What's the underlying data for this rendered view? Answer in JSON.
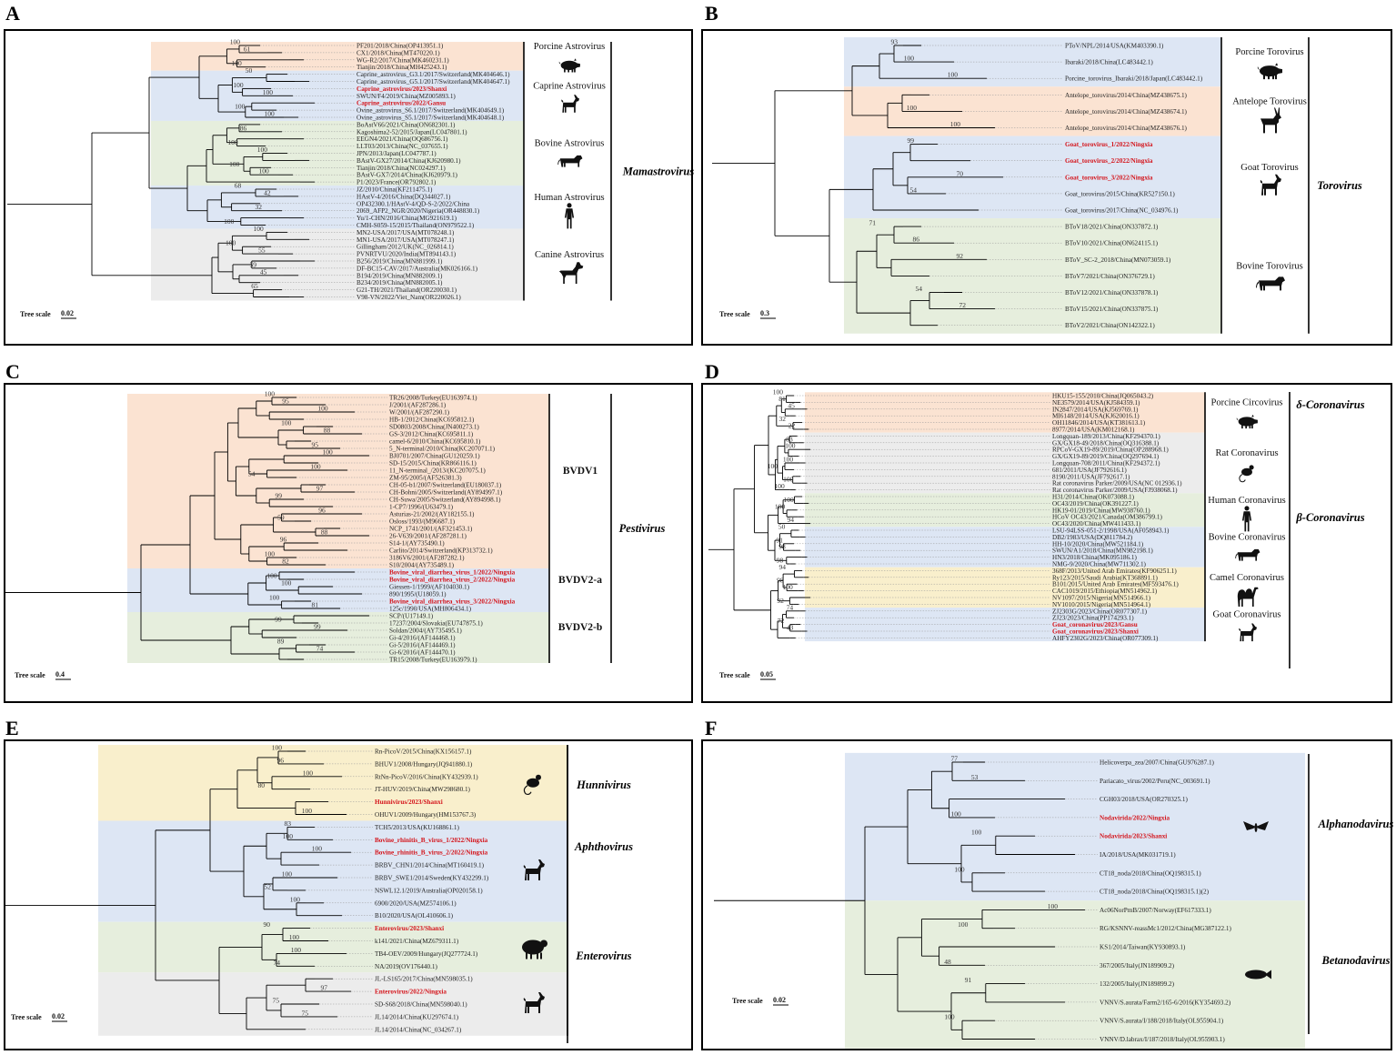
{
  "colors": {
    "peach": "#fbe3d2",
    "blue": "#dde6f4",
    "green": "#e6eedd",
    "yellow": "#f9efcc",
    "gray": "#ececec",
    "red": "#d4141b"
  },
  "panels": [
    {
      "letter": "A",
      "scale": "0.02",
      "genus": "Mamastrovirus",
      "groups": [
        {
          "name": "Porcine Astrovirus",
          "color": "peach",
          "icon": "pig-icon",
          "leaves": [
            "PF201/2018/China(OP413951.1)",
            "CX1/2018/China(MT470220.1)",
            "WG-R2/2017/China(MK460231.1)",
            "Tianjin/2018/China(MH425243.1)"
          ]
        },
        {
          "name": "Caprine Astrovirus",
          "color": "blue",
          "icon": "goat-icon",
          "leaves": [
            "Caprine_astrovirus_G3.1/2017/Switzerland(MK404646.1)",
            "Caprine_astrovirus_G5.1/2017/Switzerland(MK404647.1)",
            "Caprine_astrovirus/2023/Shanxi",
            "SWUN/F4/2019/China(MZ005893.1)",
            "Caprine_astrovirus/2022/Gansu",
            "Ovine_astrovirus_S6.1/2017/Switzerland(MK404649.1)",
            "Ovine_astrovirus_S5.1/2017/Switzerland(MK404648.1)"
          ],
          "red": [
            2,
            4
          ]
        },
        {
          "name": "Bovine Astrovirus",
          "color": "green",
          "icon": "cow-icon",
          "leaves": [
            "BoAstV66/2021/China(ON682301.1)",
            "Kagoshima2-52/2015/Japan(LC047801.1)",
            "EEGN4/2021/China(OQ686756.1)",
            "LLT03/2013/China(NC_037655.1)",
            "JPN/2013/Japan(LC047787.1)",
            "BAstV-GX27/2014/China(KJ620980.1)",
            "Tianjin/2018/China(NC024297.1)",
            "BAstV-GX7/2014/China(KJ620979.1)",
            "P1/2023/France(OR792802.1)"
          ]
        },
        {
          "name": "Human Astrovirus",
          "color": "blue",
          "icon": "human-icon",
          "leaves": [
            "JZ/2010/China(KF211475.1)",
            "HAstV-4/2016/China(DQ344027.1)",
            "OP432300.1/HAstV-4/QD-S-2/2022/China",
            "2069_AFP2_NGR/2020/Nigeria(OR448830.1)",
            "Yu/1-CHN/2016/China(MG921619.1)",
            "CMH-S059-15/2015/Thailand(ON979522.1)"
          ]
        },
        {
          "name": "Canine Astrovirus",
          "color": "gray",
          "icon": "dog-icon",
          "leaves": [
            "MN2-USA/2017/USA(MT078248.1)",
            "MN1-USA/2017/USA(MT078247.1)",
            "Gillingham/2012/UK(NC_026814.1)",
            "PVNRTVU/2020/India(MT894143.1)",
            "B256/2019/China(MN881999.1)",
            "DF-BC15-CAV/2017/Australia(MK026166.1)",
            "B194/2019/China(MN882009.1)",
            "B234/2019/China(MN882005.1)",
            "G21-TH/2021/Thailand(OR220030.1)",
            "V98-VN/2022/Viet_Nam(OR220026.1)"
          ]
        }
      ],
      "bootstrap": [
        "100",
        "61",
        "100",
        "50",
        "100",
        "100",
        "100",
        "100",
        "86",
        "100",
        "100",
        "100",
        "100",
        "68",
        "42",
        "32",
        "100",
        "100",
        "100",
        "55",
        "59",
        "45",
        "65"
      ]
    },
    {
      "letter": "B",
      "scale": "0.3",
      "genus": "Torovirus",
      "groups": [
        {
          "name": "Porcine Torovirus",
          "color": "blue",
          "icon": "pig-icon",
          "leaves": [
            "PToV/NPL/2014/USA(KM403390.1)",
            "Ibaraki/2018/China(LC483442.1)",
            "Porcine_torovirus_Ibaraki/2018/Japan(LC483442.1)"
          ]
        },
        {
          "name": "Antelope Torovirus",
          "color": "peach",
          "icon": "antelope-icon",
          "leaves": [
            "Antelope_torovirus/2014/China(MZ438675.1)",
            "Antelope_torovirus/2014/China(MZ438674.1)",
            "Antelope_torovirus/2014/China(MZ438676.1)"
          ]
        },
        {
          "name": "Goat Torovirus",
          "color": "blue",
          "icon": "goat-icon",
          "leaves": [
            "Goat_torovirus_1/2022/Ningxia",
            "Goat_torovirus_2/2022/Ningxia",
            "Goat_torovirus_3/2022/Ningxia",
            "Goat_torovirus/2015/China(KR527150.1)",
            "Goat_torovirus/2017/China(NC_034976.1)"
          ],
          "red": [
            0,
            1,
            2
          ]
        },
        {
          "name": "Bovine Torovirus",
          "color": "green",
          "icon": "cow-icon",
          "leaves": [
            "BToV18/2021/China(ON337872.1)",
            "BToV10/2021/China(ON624115.1)",
            "BToV_SC-2_2018/China(MN073059.1)",
            "BToV7/2021/China(ON376729.1)",
            "BToV12/2021/China(ON337878.1)",
            "BToV15/2021/China(ON337875.1)",
            "BToV2/2021/China(ON142322.1)"
          ]
        }
      ],
      "bootstrap": [
        "93",
        "100",
        "100",
        "100",
        "100",
        "99",
        "70",
        "54",
        "71",
        "86",
        "92",
        "54",
        "72"
      ]
    },
    {
      "letter": "C",
      "scale": "0.4",
      "genus": "Pestivirus",
      "groups": [
        {
          "name": "BVDV1",
          "color": "peach",
          "icon": "",
          "leaves": [
            "TR26/2008/Turkey(EU163974.1)",
            "J/2001/(AF287286.1)",
            "W/2001/(AF287290.1)",
            "HB-1/2012/China(KC695812.1)",
            "SD0803/2008/China(JN400273.1)",
            "GS-3/2012/China(KC695811.1)",
            "camel-6/2010/China(KC695810.1)",
            "5_N-terminal/2010/China(KC207071.1)",
            "BJ0701/2007/China(GU120259.1)",
            "SD-15/2015/China(KR866116.1)",
            "11_N-terminal_/2013/(KC207075.1)",
            "ZM-95/2005/(AF526381.3)",
            "CH-05-b1/2007/Switzerland(EU180037.1)",
            "CH-Bohni/2005/Switzerland(AY894997.1)",
            "CH-Suwa/2005/Switzerland(AY894998.1)",
            "1-CP7/1996/(U63479.1)",
            "Asturias-21/2002/(AY182155.1)",
            "Osloss/1993/(M96687.1)",
            "NCP_1741/2001/(AF321453.1)",
            "26-V639/2001/(AF287281.1)",
            "S14-1/(AY735490.1)",
            "Carlito/2014/Switzerland(KP313732.1)",
            "3186V6/2001/(AF287282.1)",
            "S10/2004/(AY735489.1)"
          ]
        },
        {
          "name": "BVDV2-a",
          "color": "blue",
          "icon": "",
          "leaves": [
            "Bovine_viral_diarrhea_virus_1/2022/Ningxia",
            "Bovine_viral_diarrhea_virus_2/2022/Ningxia",
            "Giessen-1/1999/(AF104030.1)",
            "890/1995/(U18059.1)",
            "Bovine_viral_diarrhea_virus_3/2022/Ningxia",
            "125c/1990/USA(MH806434.1)"
          ],
          "red": [
            0,
            1,
            4
          ]
        },
        {
          "name": "BVDV2-b",
          "color": "green",
          "icon": "",
          "leaves": [
            "SCP/(U17149.1)",
            "17237/2004/Slovakia(EU747875.1)",
            "Soldan/2004/(AY735495.1)",
            "Gi-4/2016/(AF144468.1)",
            "Gi-5/2016/(AF144469.1)",
            "Gi-6/2016/(AF144470.1)",
            "TR15/2008/Turkey(EU163979.1)"
          ]
        }
      ],
      "bootstrap": [
        "100",
        "95",
        "100",
        "100",
        "88",
        "95",
        "100",
        "100",
        "54",
        "97",
        "99",
        "96",
        "59",
        "88",
        "96",
        "100",
        "82",
        "100",
        "100",
        "100",
        "81",
        "99",
        "99",
        "89",
        "74"
      ]
    },
    {
      "letter": "D",
      "scale": "0.05",
      "genus": "",
      "genera": [
        "δ-Coronavirus",
        "β-Coronavirus"
      ],
      "groups": [
        {
          "name": "Porcine Circovirus",
          "color": "peach",
          "icon": "pig-icon",
          "leaves": [
            "HKU15-155/2010/China(JQ065043.2)",
            "NE3579/2014/USA(KJ584359.1)",
            "IN2847/2014/USA(KJ569769.1)",
            "MI6148/2014/USA(KJ620016.1)",
            "OH11846/2014/USA(KT381613.1)",
            "8977/2014/USA(KM012168.1)"
          ]
        },
        {
          "name": "Rat Coronavirus",
          "color": "gray",
          "icon": "rat-icon",
          "leaves": [
            "Longquan-189/2013/China(KF294370.1)",
            "GX/GX18-49/2018/China(OQ316388.1)",
            "RPCoV-GX19-89/2019/China(OP288968.1)",
            "GX/GX19-89/2019/China(OQ297694.1)",
            "Longquan-708/2011/China(KF294372.1)",
            "681/2011/USA(JF792616.1)",
            "8190/2011/USA(JF792617.1)",
            "Rat coronavirus Parker/2009/USA(NC 012936.1)",
            "Rat coronavirus Parker/2009/USA(FJ938068.1)"
          ]
        },
        {
          "name": "Human Coronavirus",
          "color": "green",
          "icon": "human-icon",
          "leaves": [
            "H31/2014/China(OK073088.1)",
            "OC43/2019/China(OK391227.1)",
            "HK19-01/2019/China(MW938760.1)",
            "HCoV OC43/2021/Canada(OM386799.1)",
            "OC43/2020/China(MW411433.1)"
          ]
        },
        {
          "name": "Bovine Coronavirus",
          "color": "blue",
          "icon": "cow-icon",
          "leaves": [
            "LSU-94LSS-051-2/1998/USA(AF058943.1)",
            "DB2/1983/USA(DQ811784.2)",
            "HH-10/2020/China(MW521184.1)",
            "SWUN/A1/2018/China(MN982198.1)",
            "HN3/2018/China(MK095186.1)",
            "NMG-9/2020/China(MW711302.1)"
          ]
        },
        {
          "name": "Camel Coronavirus",
          "color": "yellow",
          "icon": "camel-icon",
          "leaves": [
            "368F/2013/United Arab Emirates(KF906251.1)",
            "Ry123/2015/Saudi Arabia(KT368891.1)",
            "B101/2015/United Arab Emirates(MF593476.1)",
            "CAC1019/2015/Ethiopia(MN514962.1)",
            "NV1097/2015/Nigeria(MN514966.1)",
            "NV1010/2015/Nigeria(MN514964.1)"
          ]
        },
        {
          "name": "Goat Coronavirus",
          "color": "blue",
          "icon": "goat-icon",
          "leaves": [
            "ZJ2303G/2023/China(OR077307.1)",
            "ZJ23/2023/China(PP174293.1)",
            "Goat_coronavirus/2023/Gansu",
            "Goat_coronavirus/2023/Shanxi",
            "AHFY2302G/2023/China(OR077309.1)"
          ],
          "red": [
            2,
            3
          ]
        }
      ],
      "bootstrap": [
        "100",
        "81",
        "45",
        "32",
        "22",
        "83",
        "100",
        "100",
        "100",
        "100",
        "100",
        "100",
        "100",
        "94",
        "50",
        "91",
        "98",
        "98",
        "94",
        "98",
        "100",
        "92",
        "74",
        "72",
        "43"
      ]
    },
    {
      "letter": "E",
      "scale": "0.02",
      "genus": "",
      "genera": [
        "Hunnivirus",
        "Aphthovirus",
        "Enterovirus"
      ],
      "groups": [
        {
          "name": "",
          "color": "yellow",
          "icon": "rat-icon",
          "leaves": [
            "Rn-PicoV/2015/China(KX156157.1)",
            "BHUV1/2008/Hungary(JQ941880.1)",
            "RtNn-PicoV/2016/China(KY432939.1)",
            "JT-HUV/2019/China(MW298680.1)",
            "Hunnivirus/2023/Shanxi",
            "OHUV1/2009/Hungary(HM153767.3)"
          ],
          "red": [
            4
          ]
        },
        {
          "name": "",
          "color": "blue",
          "icon": "goat-icon",
          "leaves": [
            "TCH5/2013/USA(KU168861.1)",
            "Bovine_rhinitis_B_virus_1/2022/Ningxia",
            "Bovine_rhinitis_B_virus_2/2022/Ningxia",
            "BRBV_CHN1/2014/China(MT160419.1)",
            "BRBV_SWE1/2014/Sweden(KY432299.1)",
            "NSWL12.1/2019/Australia(OP020158.1)",
            "6900/2020/USA(MZ574106.1)",
            "B10/2020/USA(OL410606.1)"
          ],
          "red": [
            1,
            2
          ]
        },
        {
          "name": "",
          "color": "green",
          "icon": "sheep-icon",
          "leaves": [
            "Enterovirus/2023/Shanxi",
            "k141/2021/China(MZ679311.1)",
            "TB4-OEV/2009/Hungary(JQ277724.1)",
            "NA/2019(OV176440.1)"
          ],
          "red": [
            0
          ]
        },
        {
          "name": "",
          "color": "gray",
          "icon": "goat-icon",
          "leaves": [
            "JL-LS165/2017/China(MN598035.1)",
            "Enterovirus/2022/Ningxia",
            "SD-S68/2018/China(MN598040.1)",
            "JL14/2014/China(KU297674.1)",
            "JL14/2014/China(NC_034267.1)"
          ],
          "red": [
            1
          ]
        }
      ],
      "bootstrap": [
        "100",
        "96",
        "100",
        "80",
        "100",
        "83",
        "100",
        "100",
        "100",
        "52",
        "100",
        "90",
        "100",
        "100",
        "74",
        "97",
        "75",
        "75"
      ]
    },
    {
      "letter": "F",
      "scale": "0.02",
      "genus": "",
      "genera": [
        "Alphanodavirus",
        "Betanodavirus"
      ],
      "groups": [
        {
          "name": "",
          "color": "blue",
          "icon": "moth-icon",
          "leaves": [
            "Helicoverpa_zea/2007/China(GU976287.1)",
            "Pariacato_virus/2002/Peru(NC_003691.1)",
            "CGH03/2018/USA(OR270325.1)",
            "Nodavirida/2022/Ningxia",
            "Nodavirida/2023/Shanxi",
            "IA/2018/USA(MK031719.1)",
            "CT18_noda/2018/China(OQ198315.1)",
            "CT18_noda/2018/China(OQ198315.1)(2)"
          ],
          "red": [
            3,
            4
          ]
        },
        {
          "name": "",
          "color": "green",
          "icon": "fish-icon",
          "leaves": [
            "Ac06NorPmB/2007/Norway(EF617333.1)",
            "RG/KSNNV-reassMc1/2012/China(MG387122.1)",
            "KS1/2014/Taiwan(KY930893.1)",
            "367/2005/Italy(JN189909.2)",
            "132/2005/Italy(JN189899.2)",
            "VNNV/S.aurata/Farm2/165-6/2016(KY354693.2)",
            "VNNV/S.aurata/I/188/2018/Italy(OL955904.1)",
            "VNNV/D.labrax/I/187/2018/Italy(OL955903.1)"
          ]
        }
      ],
      "bootstrap": [
        "77",
        "53",
        "100",
        "100",
        "100",
        "100",
        "100",
        "48",
        "91",
        "100"
      ]
    }
  ],
  "scale_label": "Tree scale"
}
